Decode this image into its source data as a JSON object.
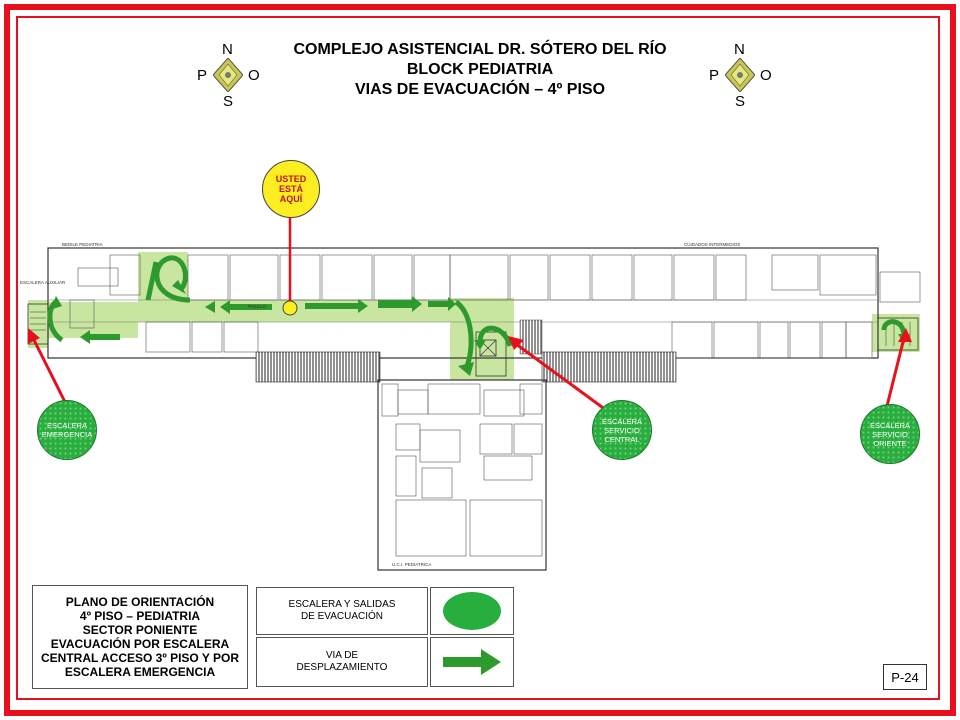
{
  "title": {
    "line1": "COMPLEJO  ASISTENCIAL DR. SÓTERO DEL RÍO",
    "line2": "BLOCK PEDIATRIA",
    "line3": "VIAS DE EVACUACIÓN  – 4º PISO"
  },
  "compass": {
    "n": "N",
    "s": "S",
    "p": "P",
    "o": "O"
  },
  "you_are_here": {
    "line1": "USTED",
    "line2": "ESTÁ",
    "line3": "AQUÍ"
  },
  "stairs": {
    "emergencia": {
      "line1": "ESCALERA",
      "line2": "EMERGENCIA"
    },
    "central": {
      "line1": "ESCALERA",
      "line2": "SERVICIO",
      "line3": "CENTRAL"
    },
    "oriente": {
      "line1": "ESCALERA",
      "line2": "SERVICIO",
      "line3": "ORIENTE"
    }
  },
  "plan_labels": {
    "bedile": "BEDILE PEDIATRIA",
    "cuidados": "CUIDADOS INTERMEDIOS",
    "uci": "U.C.I. PEDIATRICA",
    "escalera_aux": "ESCALERA AUXILIAR",
    "pasillo": "PASILLO"
  },
  "legend": {
    "main": {
      "line1": "PLANO DE ORIENTACIÓN",
      "line2": "4º PISO – PEDIATRIA",
      "line3": "SECTOR PONIENTE",
      "line4": "EVACUACIÓN POR ESCALERA",
      "line5": "CENTRAL ACCESO 3º PISO Y POR",
      "line6": "ESCALERA EMERGENCIA"
    },
    "stairs_label": {
      "line1": "ESCALERA Y SALIDAS",
      "line2": "DE EVACUACIÓN"
    },
    "route_label": {
      "line1": "VIA DE",
      "line2": "DESPLAZAMIENTO"
    }
  },
  "page_number": "P-24",
  "colors": {
    "frame": "#e8101c",
    "route": "#2e9a2e",
    "highlight": "#c8e6a0",
    "stairs": "#27ae3c",
    "you_are_here": "#fcee21"
  }
}
